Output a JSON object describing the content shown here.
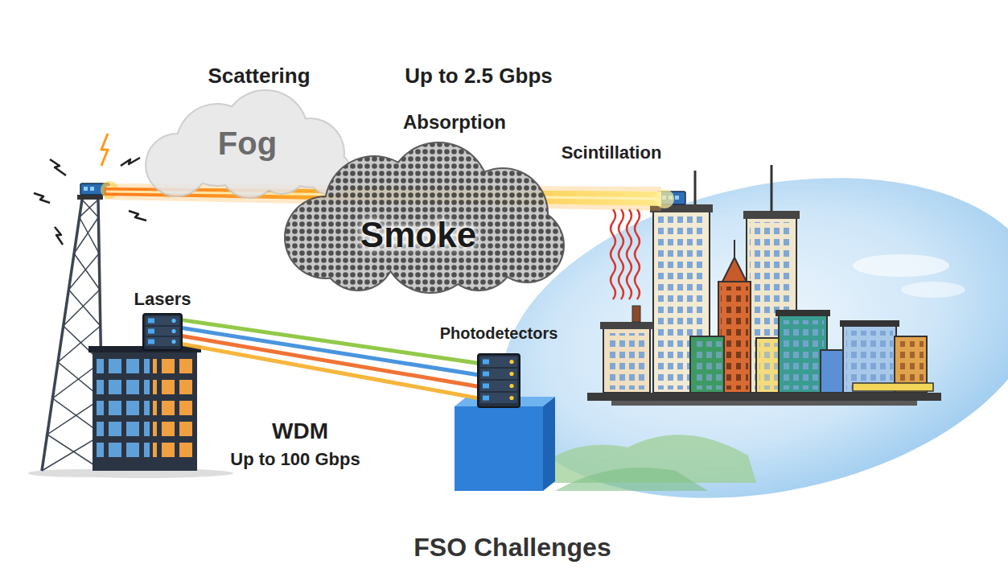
{
  "diagram": {
    "caption": "FSO Challenges",
    "nodes": [
      {
        "text": [
          "Fog"
        ]
      },
      {
        "text": [
          "Smoke"
        ]
      },
      {
        "text": [
          "Lasers"
        ]
      },
      {
        "text": [
          "Photodetectors"
        ]
      }
    ],
    "edges": [
      {
        "from": 2,
        "to": 3,
        "arrow": "none"
      }
    ],
    "labels": [
      "Scattering",
      "Up to 2.5 Gbps",
      "Absorption",
      "Scintillation",
      "WDM",
      "Up to 100 Gbps"
    ]
  }
}
